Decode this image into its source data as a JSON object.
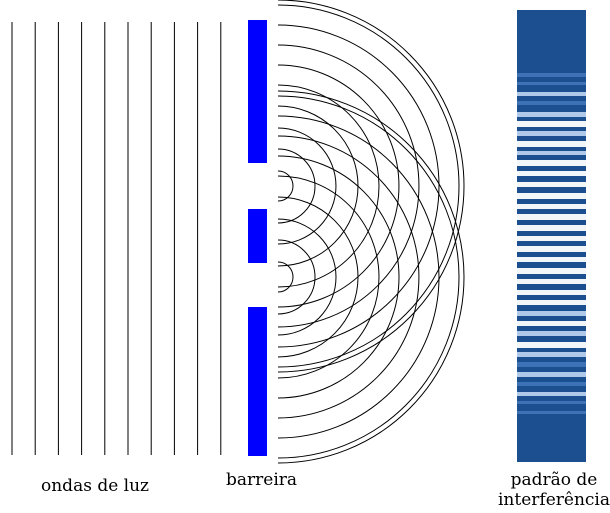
{
  "figure": {
    "labels": {
      "waves": "ondas de luz",
      "barrier": "barreira",
      "pattern_line1": "padrão de",
      "pattern_line2": "interferência"
    },
    "colors": {
      "barrier": "#0000ff",
      "pattern_dark": "#1c4f8f",
      "pattern_mid": "#3f74b8",
      "pattern_light": "#b9d0ee",
      "pattern_white": "#ffffff",
      "lines": "#000000"
    },
    "elements": {
      "plane_wavefronts": 10,
      "slits": 2,
      "arc_count_per_slit": 10
    }
  }
}
